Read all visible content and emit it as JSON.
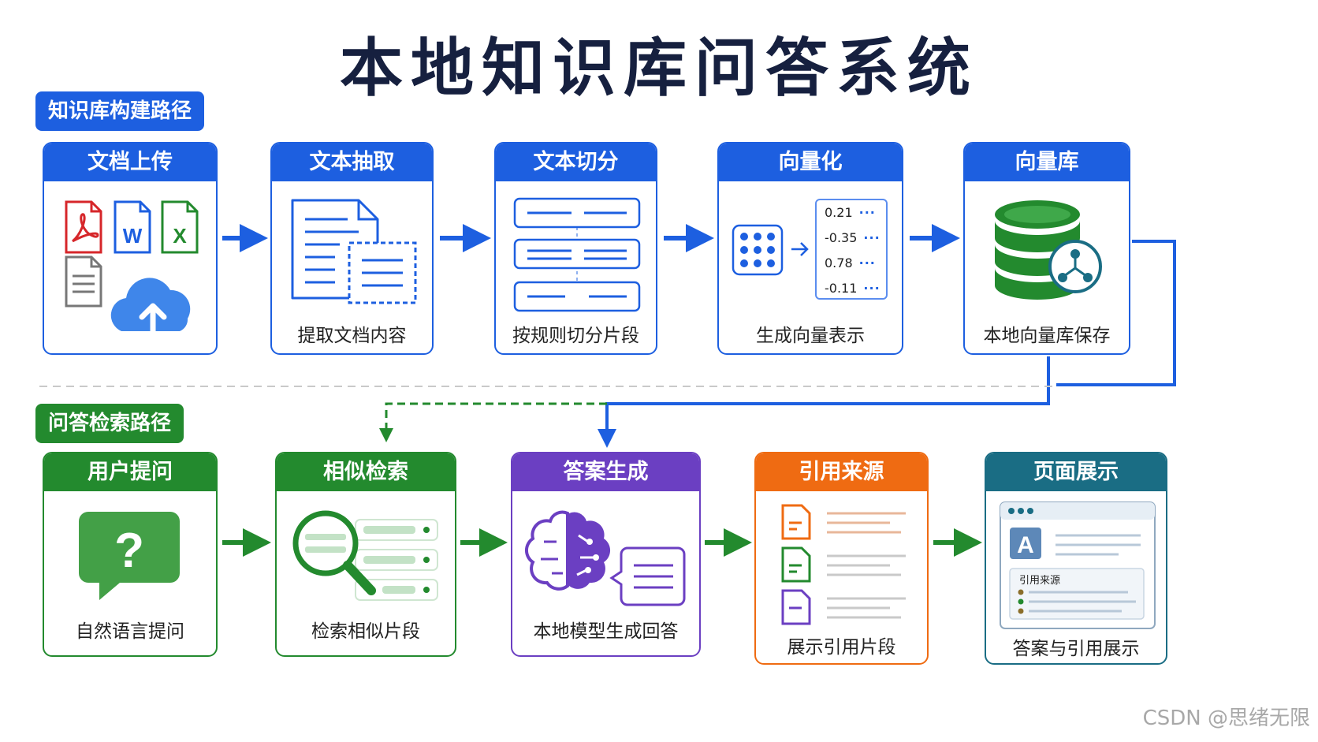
{
  "title": "本地知识库问答系统",
  "build_section": {
    "label": "知识库构建路径",
    "steps": [
      {
        "title": "文档上传",
        "caption": ""
      },
      {
        "title": "文本抽取",
        "caption": "提取文档内容"
      },
      {
        "title": "文本切分",
        "caption": "按规则切分片段"
      },
      {
        "title": "向量化",
        "caption": "生成向量表示"
      },
      {
        "title": "向量库",
        "caption": "本地向量库保存"
      }
    ],
    "vector_values": [
      "0.21",
      "-0.35",
      "0.78",
      "-0.11"
    ],
    "vector_ellipsis": "···",
    "file_letters": {
      "word": "W",
      "excel": "X"
    }
  },
  "qa_section": {
    "label": "问答检索路径",
    "steps": [
      {
        "title": "用户提问",
        "caption": "自然语言提问"
      },
      {
        "title": "相似检索",
        "caption": "检索相似片段"
      },
      {
        "title": "答案生成",
        "caption": "本地模型生成回答"
      },
      {
        "title": "引用来源",
        "caption": "展示引用片段"
      },
      {
        "title": "页面展示",
        "caption": "答案与引用展示"
      }
    ],
    "question_mark": "?",
    "page_letter": "A",
    "page_cite_label": "引用来源"
  },
  "watermark": "CSDN @思绪无限",
  "colors": {
    "build": "#1d5fe0",
    "qa": "#238a2e",
    "generate": "#6b3fc2",
    "cite": "#ef6b12",
    "display": "#1a6d84"
  }
}
